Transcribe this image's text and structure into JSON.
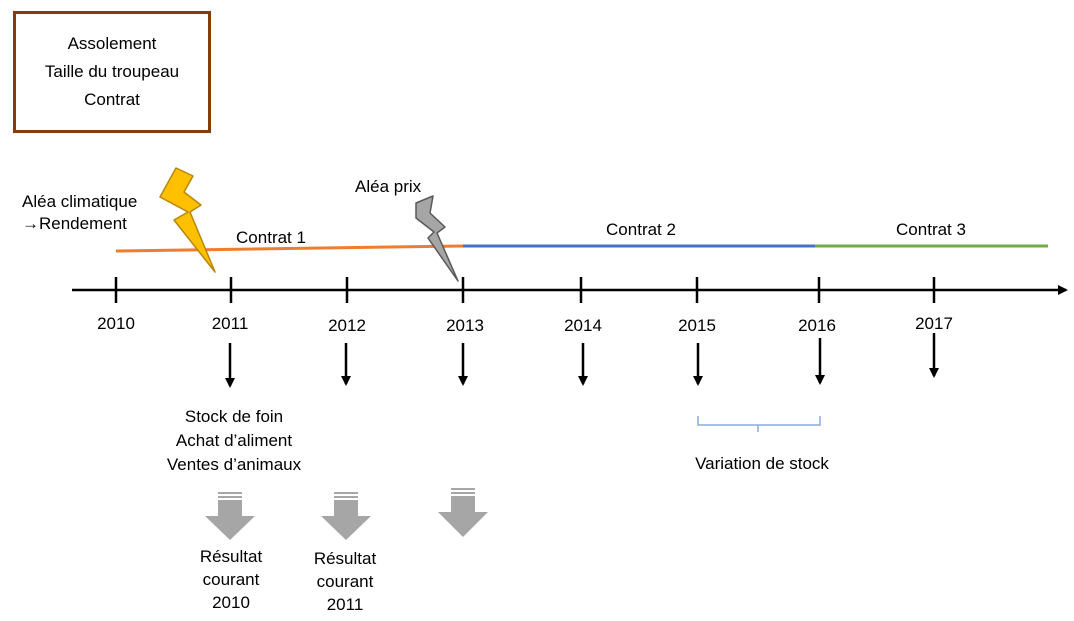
{
  "context_box": {
    "lines": [
      "Assolement",
      "Taille du troupeau",
      "Contrat"
    ]
  },
  "events": {
    "climate": {
      "line1": "Aléa climatique",
      "arrow_glyph": "→",
      "line2": "Rendement"
    },
    "price": {
      "label": "Aléa prix"
    }
  },
  "contracts": [
    {
      "label": "Contrat 1",
      "color": "#ed7d31"
    },
    {
      "label": "Contrat 2",
      "color": "#4472c4"
    },
    {
      "label": "Contrat 3",
      "color": "#70ad47"
    }
  ],
  "years": [
    "2010",
    "2011",
    "2012",
    "2013",
    "2014",
    "2015",
    "2016",
    "2017"
  ],
  "stock_list": [
    "Stock de foin",
    "Achat d’aliment",
    "Ventes d’animaux"
  ],
  "stock_variation": {
    "label": "Variation de stock",
    "color": "#8eaadb"
  },
  "results": [
    {
      "lines": [
        "Résultat",
        "courant",
        "2010"
      ]
    },
    {
      "lines": [
        "Résultat",
        "courant",
        "2011"
      ]
    }
  ],
  "colors": {
    "lightning_climate": "#ffc000",
    "lightning_price": "#a6a6a6",
    "block_arrow": "#a6a6a6",
    "box_border": "#843c0c"
  }
}
